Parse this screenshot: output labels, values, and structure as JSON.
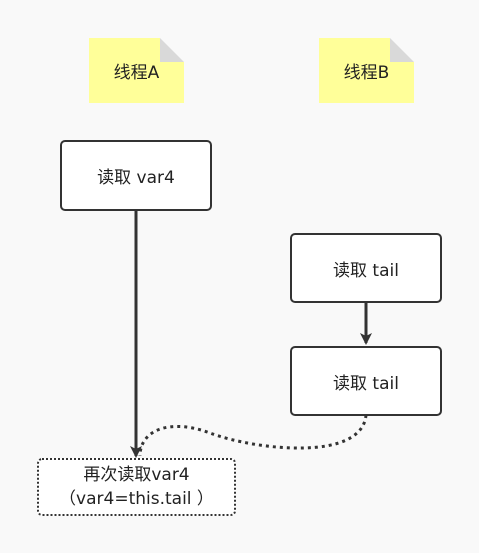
{
  "lanes": {
    "thread_a": "线程A",
    "thread_b": "线程B"
  },
  "nodes": {
    "a_read_var4": "读取 var4",
    "b_read_tail_1": "读取 tail",
    "b_read_tail_2": "读取 tail",
    "reread_line1": "再次读取var4",
    "reread_line2": "（var4=this.tail ）"
  },
  "colors": {
    "note": "#ffff99",
    "stroke": "#333333",
    "background": "#f9f9f9"
  }
}
